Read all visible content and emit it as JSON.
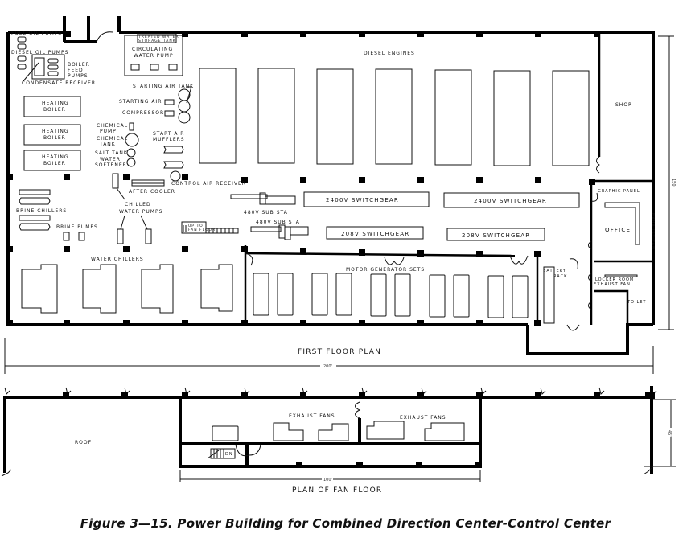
{
  "figure": {
    "caption": "Figure 3—15. Power Building for Combined Direction Center-Control Center"
  },
  "first_floor": {
    "title": "FIRST FLOOR PLAN",
    "labels": {
      "fuel_oil_pumps": "FUEL OIL PUMPS",
      "diesel_oil_pumps": "DIESEL OIL PUMPS",
      "boiler_feed_pumps_1": "BOILER",
      "boiler_feed_pumps_2": "FEED",
      "boiler_feed_pumps_3": "PUMPS",
      "condensate_receiver": "CONDENSATE RECEIVER",
      "heating_boiler_1a": "HEATING",
      "heating_boiler_1b": "BOILER",
      "heating_boiler_2a": "HEATING",
      "heating_boiler_2b": "BOILER",
      "heating_boiler_3a": "HEATING",
      "heating_boiler_3b": "BOILER",
      "storage_tank_1": "TREATED WATER",
      "storage_tank_2": "STORAGE TANK",
      "circulating_pump_1": "CIRCULATING",
      "circulating_pump_2": "WATER PUMP",
      "starting_air_tank": "STARTING AIR TANK",
      "starting_air": "STARTING AIR",
      "compressor": "COMPRESSOR",
      "chemical_pump_1": "CHEMICAL",
      "chemical_pump_2": "PUMP",
      "chemical_tank_1": "CHEMICAL",
      "chemical_tank_2": "TANK",
      "salt_tank": "SALT TANK",
      "water_softener_1": "WATER",
      "water_softener_2": "SOFTENER",
      "starting_air_mufflers_1": "START AIR",
      "starting_air_mufflers_2": "MUFFLERS",
      "control_air_receiver": "CONTROL AIR RECEIVER",
      "after_cooler": "AFTER COOLER",
      "diesel_engines": "DIESEL ENGINES",
      "shop": "SHOP",
      "brine_chillers": "BRINE CHILLERS",
      "brine_pumps": "BRINE PUMPS",
      "chilled_water_pumps_1": "CHILLED",
      "chilled_water_pumps_2": "WATER PUMPS",
      "up_to_fan_floor_1": "UP TO",
      "up_to_fan_floor_2": "FAN FLOOR",
      "sub_sta_1": "480V SUB STA",
      "sub_sta_2": "480V SUB STA",
      "switchgear_2400_a": "2400V SWITCHGEAR",
      "switchgear_2400_b": "2400V SWITCHGEAR",
      "switchgear_208_a": "208V SWITCHGEAR",
      "switchgear_208_b": "208V SWITCHGEAR",
      "water_chillers": "WATER CHILLERS",
      "motor_generator_sets": "MOTOR GENERATOR SETS",
      "graphic_panel": "GRAPHIC PANEL",
      "office": "OFFICE",
      "exhaust_fan": "EXHAUST FAN",
      "battery_rack_1": "BATTERY",
      "battery_rack_2": "RACK",
      "locker_room_1": "LOCKER ROOM",
      "locker_room_2": "EXHAUST FAN",
      "toilet": "TOILET"
    },
    "dimensions": {
      "overall_width": "200'",
      "overall_depth": "150'"
    }
  },
  "fan_floor": {
    "title": "PLAN OF FAN FLOOR",
    "labels": {
      "roof": "ROOF",
      "exhaust_fans_a": "EXHAUST FANS",
      "exhaust_fans_b": "EXHAUST FANS",
      "dn": "DN"
    },
    "dimensions": {
      "width": "100'",
      "depth": "45'"
    }
  }
}
